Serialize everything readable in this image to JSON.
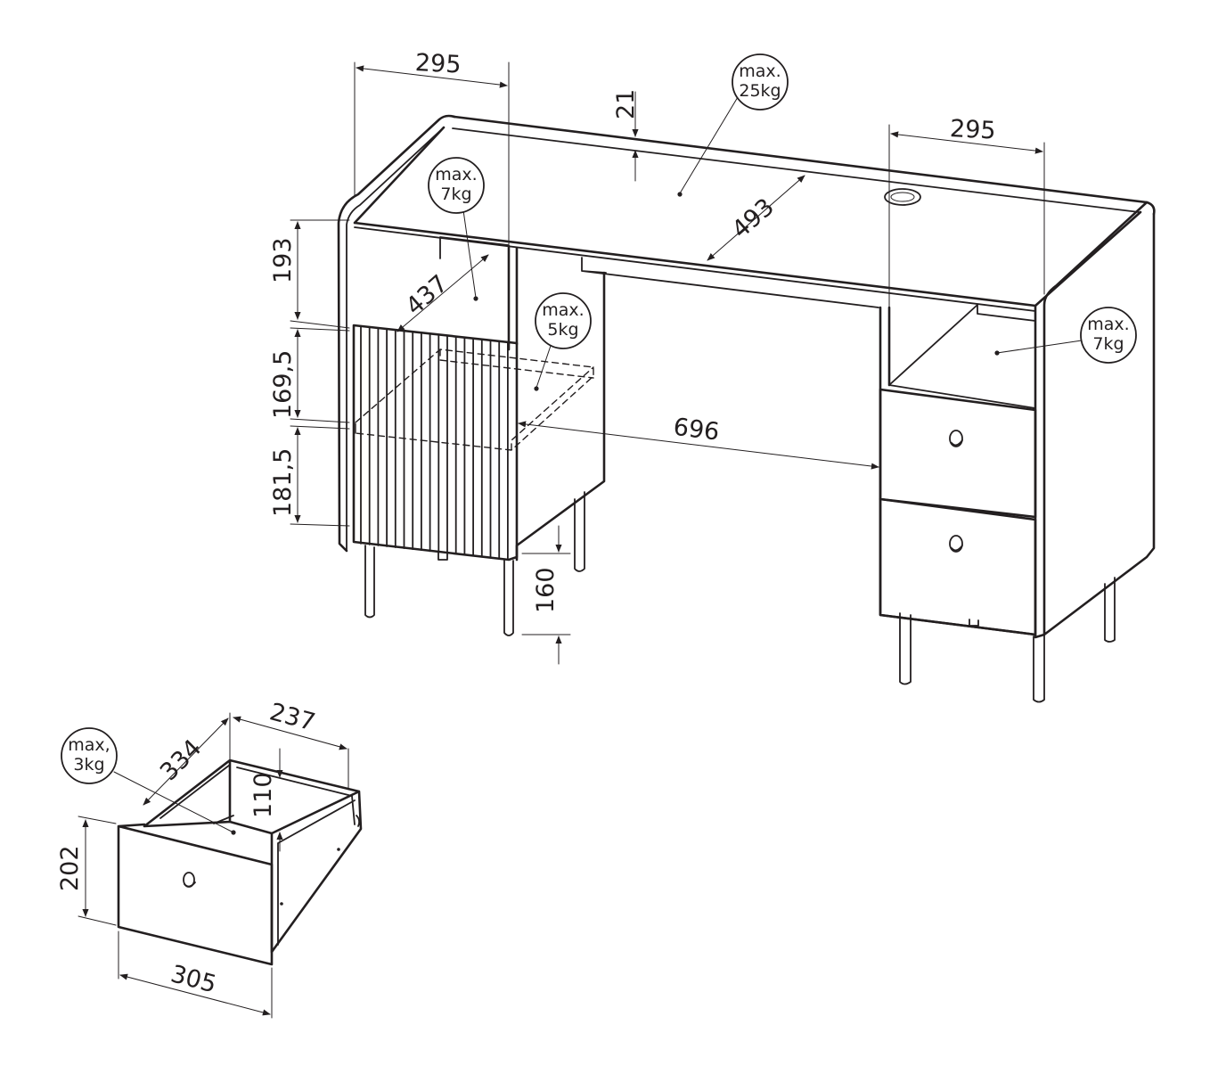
{
  "diagram": {
    "dimensions": {
      "top_left_width": "295",
      "top_right_width": "295",
      "desk_top_depth": "493",
      "rim_height": "21",
      "shelf_depth": "437",
      "left_shelf_height": "193",
      "left_mid_height": "169,5",
      "left_bottom_height": "181,5",
      "leg_height": "160",
      "knee_width": "696",
      "drawer_depth": "334",
      "drawer_inner_width": "237",
      "drawer_inner_height": "110",
      "drawer_front_height": "202",
      "drawer_front_width": "305"
    },
    "load_labels": {
      "top": [
        "max.",
        "25kg"
      ],
      "left_shelf": [
        "max.",
        "7kg"
      ],
      "left_hidden_shelf": [
        "max.",
        "5kg"
      ],
      "right_shelf": [
        "max.",
        "7kg"
      ],
      "drawer": [
        "max,",
        "3kg"
      ]
    },
    "colors": {
      "line": "#231f20",
      "background": "#ffffff"
    }
  }
}
